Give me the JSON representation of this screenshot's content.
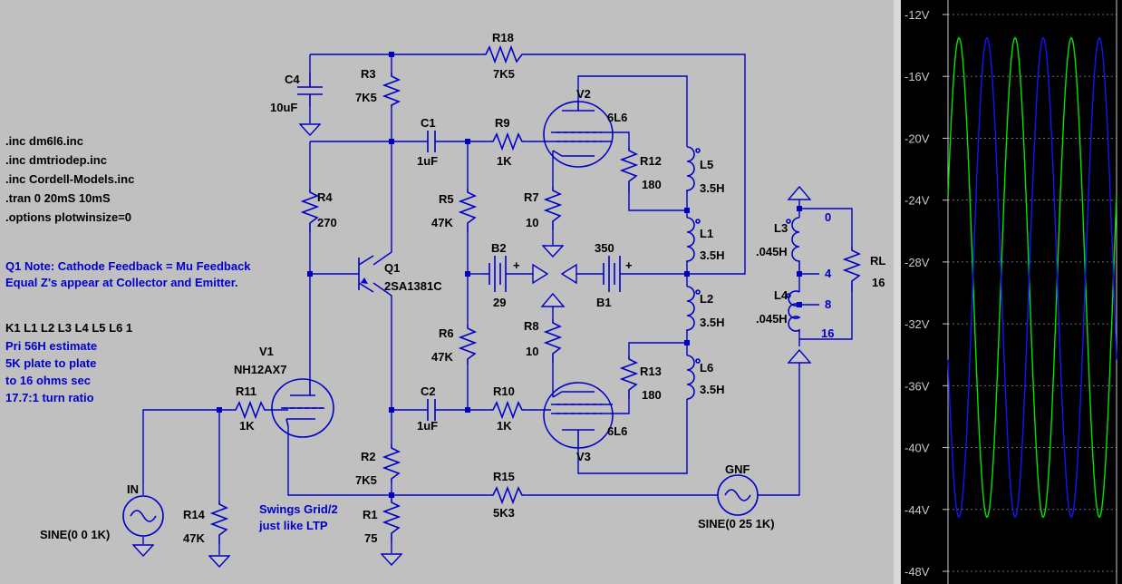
{
  "directives": [
    ".inc dm6l6.inc",
    ".inc dmtriodep.inc",
    ".inc Cordell-Models.inc",
    ".tran 0 20mS 10mS",
    ".options plotwinsize=0"
  ],
  "notes": {
    "q1_line1": "Q1 Note: Cathode Feedback = Mu Feedback",
    "q1_line2": "Equal Z's appear at Collector and Emitter.",
    "k_line": "K1 L1 L2 L3 L4 L5 L6 1",
    "pri": "Pri 56H estimate",
    "p2p": "5K plate to plate",
    "sec": "to 16 ohms sec",
    "turns": "17.7:1 turn ratio",
    "swings1": "Swings Grid/2",
    "swings2": "just like LTP"
  },
  "components": {
    "C4": {
      "name": "C4",
      "value": "10uF"
    },
    "R3": {
      "name": "R3",
      "value": "7K5"
    },
    "R18": {
      "name": "R18",
      "value": "7K5"
    },
    "C1": {
      "name": "C1",
      "value": "1uF"
    },
    "R9": {
      "name": "R9",
      "value": "1K"
    },
    "V2": {
      "name": "V2",
      "value": "6L6"
    },
    "R12": {
      "name": "R12",
      "value": "180"
    },
    "L5": {
      "name": "L5",
      "value": "3.5H"
    },
    "R4": {
      "name": "R4",
      "value": "270"
    },
    "R5": {
      "name": "R5",
      "value": "47K"
    },
    "R7": {
      "name": "R7",
      "value": "10"
    },
    "L1": {
      "name": "L1",
      "value": "3.5H"
    },
    "B2": {
      "name": "B2",
      "value": "29"
    },
    "B1": {
      "name": "B1",
      "value": "350"
    },
    "Q1": {
      "name": "Q1",
      "value": "2SA1381C"
    },
    "L2": {
      "name": "L2",
      "value": "3.5H"
    },
    "R6": {
      "name": "R6",
      "value": "47K"
    },
    "R8": {
      "name": "R8",
      "value": "10"
    },
    "V1": {
      "name": "V1",
      "value": "NH12AX7"
    },
    "R11": {
      "name": "R11",
      "value": "1K"
    },
    "C2": {
      "name": "C2",
      "value": "1uF"
    },
    "R10": {
      "name": "R10",
      "value": "1K"
    },
    "R13": {
      "name": "R13",
      "value": "180"
    },
    "L6": {
      "name": "L6",
      "value": "3.5H"
    },
    "V3": {
      "name": "V3",
      "value": "6L6"
    },
    "R2": {
      "name": "R2",
      "value": "7K5"
    },
    "R15": {
      "name": "R15",
      "value": "5K3"
    },
    "R1": {
      "name": "R1",
      "value": "75"
    },
    "R14": {
      "name": "R14",
      "value": "47K"
    },
    "IN": {
      "name": "IN",
      "value": "SINE(0  0 1K)"
    },
    "GNF": {
      "name": "GNF",
      "value": "SINE(0 25 1K)"
    },
    "L3": {
      "name": "L3",
      "value": ".045H"
    },
    "L4": {
      "name": "L4",
      "value": ".045H"
    },
    "RL": {
      "name": "RL",
      "value": "16"
    }
  },
  "taps": [
    "0",
    "4",
    "8",
    "16"
  ],
  "plot": {
    "ticks": [
      "-12V",
      "-16V",
      "-20V",
      "-24V",
      "-28V",
      "-32V",
      "-36V",
      "-40V",
      "-44V",
      "-48V"
    ],
    "ymin": -48,
    "ymax": -12,
    "colors": {
      "green": "#00e600",
      "blue": "#1414ff",
      "grid": "#6e6e6e",
      "background": "#000000"
    }
  }
}
